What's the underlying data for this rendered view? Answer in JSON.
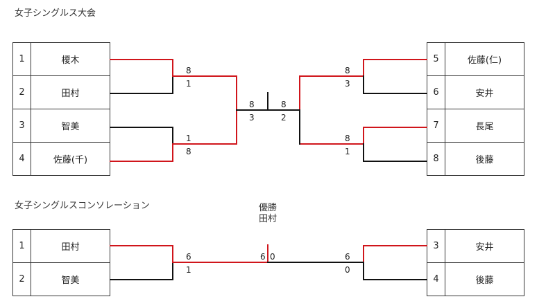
{
  "main": {
    "title": "女子シングルス大会",
    "left_players": [
      {
        "seed": "1",
        "name": "榎木"
      },
      {
        "seed": "2",
        "name": "田村"
      },
      {
        "seed": "3",
        "name": "智美"
      },
      {
        "seed": "4",
        "name": "佐藤(千)"
      }
    ],
    "right_players": [
      {
        "seed": "5",
        "name": "佐藤(仁)"
      },
      {
        "seed": "6",
        "name": "安井"
      },
      {
        "seed": "7",
        "name": "長尾"
      },
      {
        "seed": "8",
        "name": "後藤"
      }
    ],
    "scores": {
      "m1_top": "8",
      "m1_bottom": "1",
      "m2_top": "1",
      "m2_bottom": "8",
      "semi_left_top": "8",
      "semi_left_bottom": "3",
      "semi_right_top": "8",
      "semi_right_bottom": "2",
      "m3_top": "8",
      "m3_bottom": "3",
      "m4_top": "8",
      "m4_bottom": "1"
    }
  },
  "consolation": {
    "title": "女子シングルスコンソレーション",
    "champion_label": "優勝",
    "champion_name": "田村",
    "left_players": [
      {
        "seed": "1",
        "name": "田村"
      },
      {
        "seed": "2",
        "name": "智美"
      }
    ],
    "right_players": [
      {
        "seed": "3",
        "name": "安井"
      },
      {
        "seed": "4",
        "name": "後藤"
      }
    ],
    "scores": {
      "left_top": "6",
      "left_bottom": "1",
      "final_left": "6",
      "final_right": "0",
      "right_top": "6",
      "right_bottom": "0"
    }
  },
  "colors": {
    "winner_line": "#d0151b",
    "loser_line": "#111111"
  }
}
